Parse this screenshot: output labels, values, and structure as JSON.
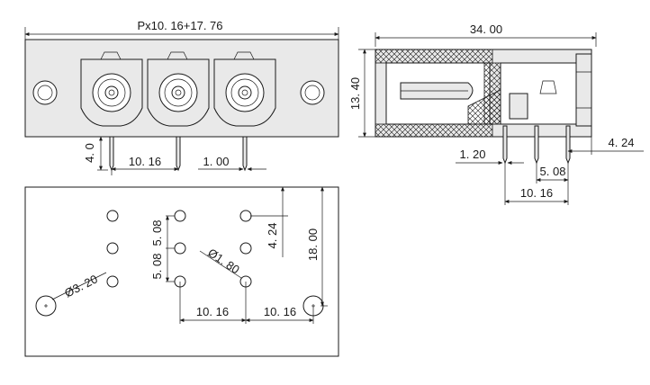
{
  "front_view": {
    "pitch_label": "Px10. 16+17. 76",
    "pin_length_label": "4. 0",
    "pin_pitch_label": "10. 16",
    "pin_width_label": "1. 00"
  },
  "side_view": {
    "length_label": "34. 00",
    "height_label": "13. 40",
    "pin_width_label": "1. 20",
    "pin_offset_label": "4. 24",
    "pin_spacing_a_label": "5. 08",
    "pin_spacing_b_label": "10. 16"
  },
  "pcb_layout": {
    "mount_hole_label": "Ø3. 20",
    "pin_hole_label": "Ø1. 80",
    "row_spacing_a_label": "5. 08",
    "row_spacing_b_label": "5. 08",
    "col_spacing_a_label": "10. 16",
    "col_spacing_b_label": "10. 16",
    "offset_label": "4. 24",
    "height_label": "18. 00"
  }
}
